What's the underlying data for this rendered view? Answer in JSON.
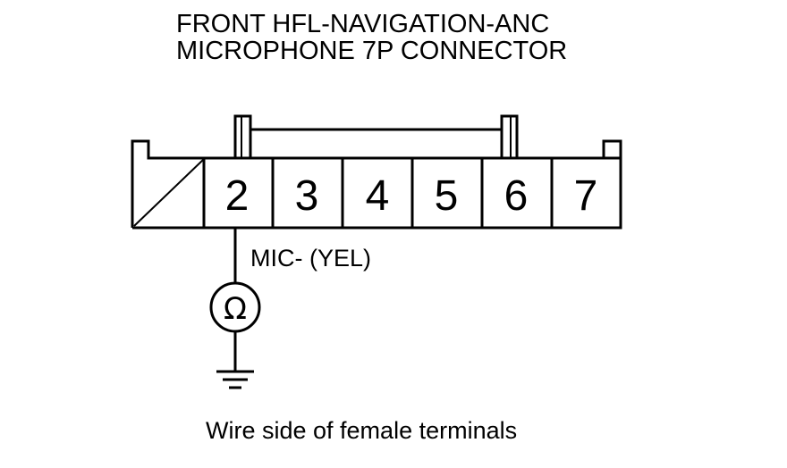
{
  "title": {
    "line1": "FRONT HFL-NAVIGATION-ANC",
    "line2": "MICROPHONE 7P CONNECTOR"
  },
  "connector": {
    "pins": [
      "2",
      "3",
      "4",
      "5",
      "6",
      "7"
    ]
  },
  "wire_label": "MIC- (YEL)",
  "meter_symbol": "Ω",
  "caption": "Wire side of female terminals",
  "colors": {
    "line": "#000000",
    "background": "#ffffff"
  }
}
